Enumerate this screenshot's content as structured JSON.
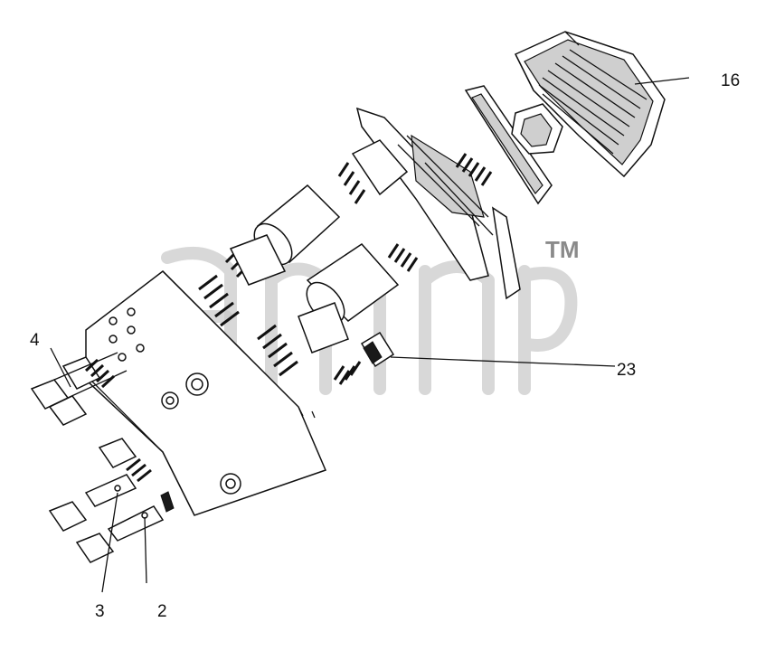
{
  "callouts": [
    {
      "id": "16",
      "label": "16"
    },
    {
      "id": "23",
      "label": "23"
    },
    {
      "id": "4",
      "label": "4"
    },
    {
      "id": "3",
      "label": "3"
    },
    {
      "id": "2",
      "label": "2"
    }
  ],
  "watermark": {
    "trademark": "TM"
  },
  "colors": {
    "ink": "#111111",
    "watermark": "#c8c8c8",
    "background": "#ffffff"
  }
}
